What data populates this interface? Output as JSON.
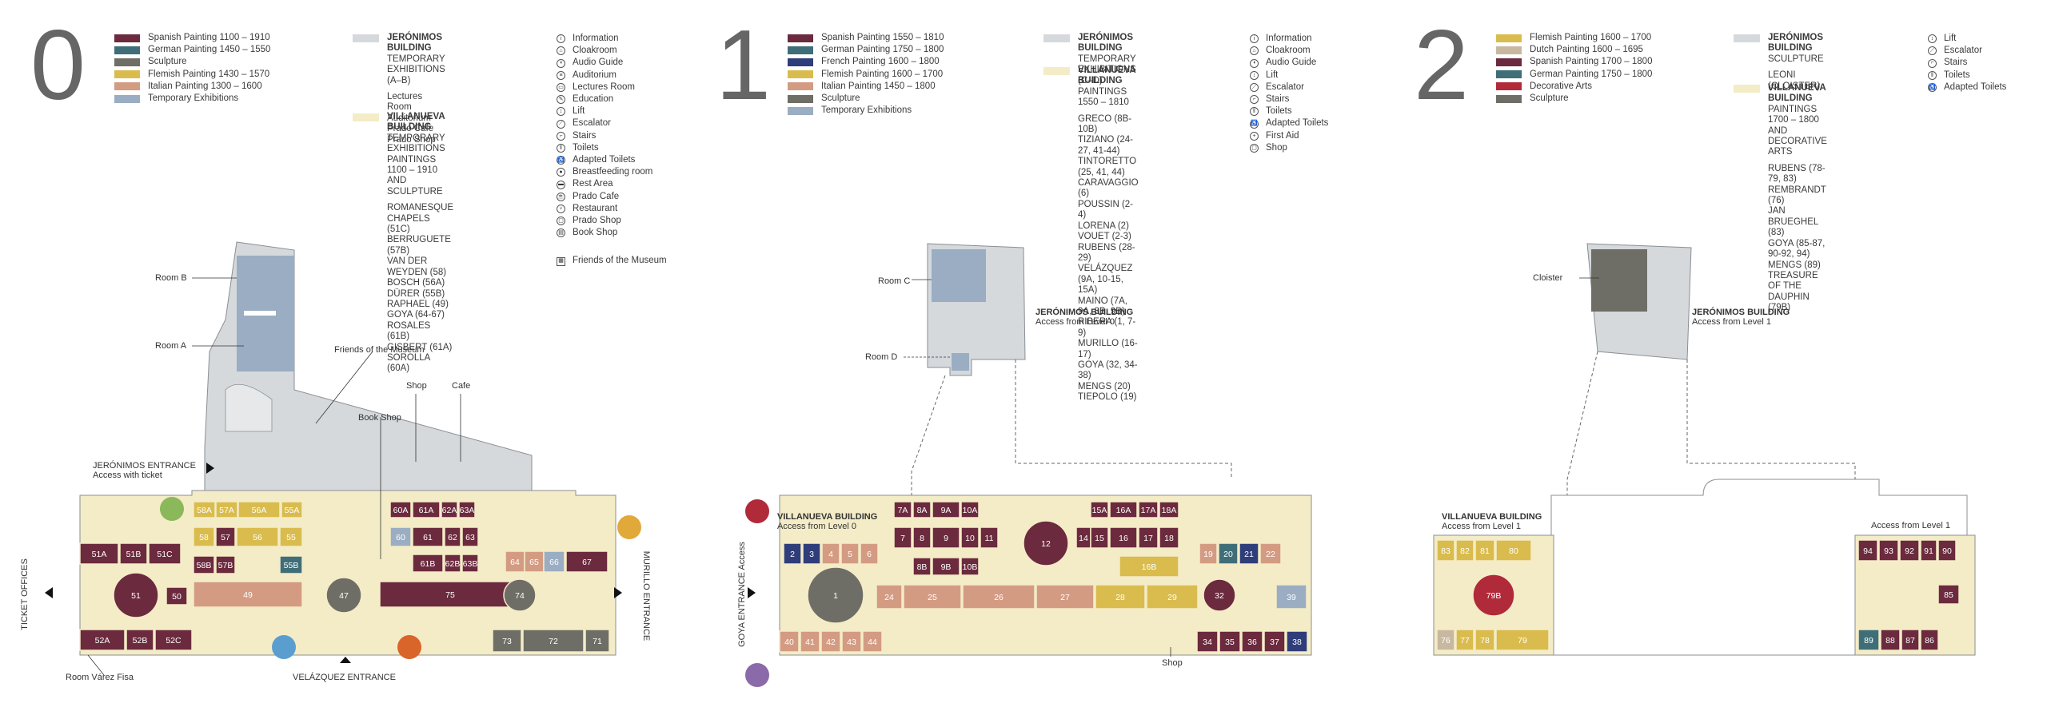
{
  "colors": {
    "spanish": "#6b2a3e",
    "german": "#3f6e78",
    "sculpture": "#6f6e66",
    "flemish": "#d9bc4d",
    "italian": "#d49b83",
    "temporary": "#9aadc2",
    "french": "#2f3d7a",
    "dutch": "#c9b8a0",
    "decorative": "#b02a3a",
    "jeronimos": "#d5d9dc",
    "villanueva": "#f4ecc7"
  },
  "level0": {
    "number": "0",
    "legend": [
      {
        "label": "Spanish Painting 1100 – 1910",
        "color": "spanish"
      },
      {
        "label": "German Painting 1450 – 1550",
        "color": "german"
      },
      {
        "label": "Sculpture",
        "color": "sculpture"
      },
      {
        "label": "Flemish Painting 1430 – 1570",
        "color": "flemish"
      },
      {
        "label": "Italian Painting 1300 – 1600",
        "color": "italian"
      },
      {
        "label": "Temporary Exhibitions",
        "color": "temporary"
      }
    ],
    "jeronimos": {
      "title": "JERÓNIMOS BUILDING",
      "sub": "TEMPORARY EXHIBITIONS (A–B)",
      "list": "Lectures Room\nAuditorium\nPrado Cafe\nPrado Shop"
    },
    "villanueva": {
      "title": "VILLANUEVA BUILDING",
      "sub": "TEMPORARY EXHIBITIONS\nPAINTINGS 1100 – 1910\nAND SCULPTURE",
      "list": "ROMANESQUE CHAPELS (51C)\nBERRUGUETE (57B)\nVAN DER WEYDEN (58)\nBOSCH (56A)\nDÜRER (55B)\nRAPHAEL (49)\nGOYA (64-67)\nROSALES (61B)\nGISBERT (61A)\nSOROLLA (60A)"
    },
    "services": [
      "Information",
      "Cloakroom",
      "Audio Guide",
      "Auditorium",
      "Lectures Room",
      "Education",
      "Lift",
      "Escalator",
      "Stairs",
      "Toilets",
      "Adapted Toilets",
      "Breastfeeding room",
      "Rest Area",
      "Prado Cafe",
      "Restaurant",
      "Prado Shop",
      "Book Shop"
    ],
    "friends": "Friends of the Museum",
    "labels": {
      "roomB": "Room B",
      "roomA": "Room A",
      "friends": "Friends of the Museum",
      "shop": "Shop",
      "cafe": "Cafe",
      "bookshop": "Book Shop",
      "jeronimos_entrance": "JERÓNIMOS ENTRANCE",
      "access_ticket": "Access with ticket",
      "ticket_offices": "TICKET OFFICES",
      "room_varez": "Room Várez Fisa",
      "velazquez": "VELÁZQUEZ ENTRANCE",
      "murillo": "MURILLO ENTRANCE"
    },
    "rooms": [
      "58A",
      "57A",
      "56A",
      "55A",
      "60A",
      "61A",
      "62A",
      "63A",
      "51A",
      "51B",
      "51C",
      "58",
      "57",
      "56",
      "55",
      "60",
      "61",
      "62",
      "63",
      "58B",
      "57B",
      "55B",
      "61B",
      "62B",
      "63B",
      "51",
      "50",
      "49",
      "47",
      "75",
      "64",
      "65",
      "66",
      "67",
      "74",
      "52A",
      "52B",
      "52C",
      "73",
      "72",
      "71"
    ]
  },
  "level1": {
    "number": "1",
    "legend": [
      {
        "label": "Spanish Painting 1550 – 1810",
        "color": "spanish"
      },
      {
        "label": "German Painting 1750 – 1800",
        "color": "german"
      },
      {
        "label": "French Painting 1600 – 1800",
        "color": "french"
      },
      {
        "label": "Flemish Painting 1600 – 1700",
        "color": "flemish"
      },
      {
        "label": "Italian Painting 1450 – 1800",
        "color": "italian"
      },
      {
        "label": "Sculpture",
        "color": "sculpture"
      },
      {
        "label": "Temporary Exhibitions",
        "color": "temporary"
      }
    ],
    "jeronimos": {
      "title": "JERÓNIMOS BUILDING",
      "sub": "TEMPORARY EXHIBITIONS (C–D)",
      "list": ""
    },
    "villanueva": {
      "title": "VILLANUEVA BUILDING",
      "sub": "PAINTINGS 1550 – 1810",
      "list": "GRECO (8B-10B)\nTIZIANO (24-27, 41-44)\nTINTORETTO (25, 41, 44)\nCARAVAGGIO (6)\nPOUSSIN (2-4)\nLORENA (2)\nVOUET (2-3)\nRUBENS (28-29)\nVELÁZQUEZ (9A, 10-15, 15A)\nMAINO (7A, 9A, 8B, 9B)\nRIBERA (1, 7-9)\nMURILLO (16-17)\nGOYA (32, 34-38)\nMENGS (20)\nTIEPOLO (19)"
    },
    "services": [
      "Information",
      "Cloakroom",
      "Audio Guide",
      "Lift",
      "Escalator",
      "Stairs",
      "Toilets",
      "Adapted Toilets",
      "First Aid",
      "Shop"
    ],
    "labels": {
      "roomC": "Room C",
      "roomD": "Room D",
      "jer_title": "JERÓNIMOS BUILDING",
      "jer_access": "Access from Level 0",
      "vil_title": "VILLANUEVA BUILDING",
      "vil_access": "Access from Level 0",
      "goya": "GOYA ENTRANCE",
      "goya_access": "Access",
      "shop": "Shop"
    },
    "rooms": [
      "7A",
      "8A",
      "9A",
      "10A",
      "15A",
      "16A",
      "17A",
      "18A",
      "2",
      "3",
      "4",
      "5",
      "6",
      "7",
      "8",
      "9",
      "10",
      "11",
      "12",
      "14",
      "15",
      "16",
      "17",
      "18",
      "19",
      "20",
      "21",
      "22",
      "8B",
      "9B",
      "10B",
      "16B",
      "1",
      "24",
      "25",
      "26",
      "27",
      "28",
      "29",
      "32",
      "39",
      "40",
      "41",
      "42",
      "43",
      "44",
      "34",
      "35",
      "36",
      "37",
      "38"
    ]
  },
  "level2": {
    "number": "2",
    "legend": [
      {
        "label": "Flemish Painting 1600 – 1700",
        "color": "flemish"
      },
      {
        "label": "Dutch Painting 1600 – 1695",
        "color": "dutch"
      },
      {
        "label": "Spanish Painting 1700 – 1800",
        "color": "spanish"
      },
      {
        "label": "German Painting 1750 – 1800",
        "color": "german"
      },
      {
        "label": "Decorative Arts",
        "color": "decorative"
      },
      {
        "label": "Sculpture",
        "color": "sculpture"
      }
    ],
    "jeronimos": {
      "title": "JERÓNIMOS BUILDING",
      "sub": "SCULPTURE",
      "list": "LEONI (CLOISTER)"
    },
    "villanueva": {
      "title": "VILLANUEVA BUILDING",
      "sub": "PAINTINGS 1700 – 1800\nAND DECORATIVE ARTS",
      "list": "RUBENS (78-79, 83)\nREMBRANDT (76)\nJAN BRUEGHEL (83)\nGOYA (85-87, 90-92, 94)\nMENGS (89)\nTREASURE OF THE DAUPHIN (79B)"
    },
    "services": [
      "Lift",
      "Escalator",
      "Stairs",
      "Toilets",
      "Adapted Toilets"
    ],
    "labels": {
      "cloister": "Cloister",
      "jer_title": "JERÓNIMOS BUILDING",
      "jer_access": "Access from Level 1",
      "vil_title": "VILLANUEVA BUILDING",
      "vil_access": "Access from Level 1"
    },
    "rooms": [
      "83",
      "82",
      "81",
      "80",
      "79B",
      "76",
      "77",
      "78",
      "79",
      "94",
      "93",
      "92",
      "91",
      "90",
      "85",
      "89",
      "88",
      "87",
      "86"
    ]
  }
}
